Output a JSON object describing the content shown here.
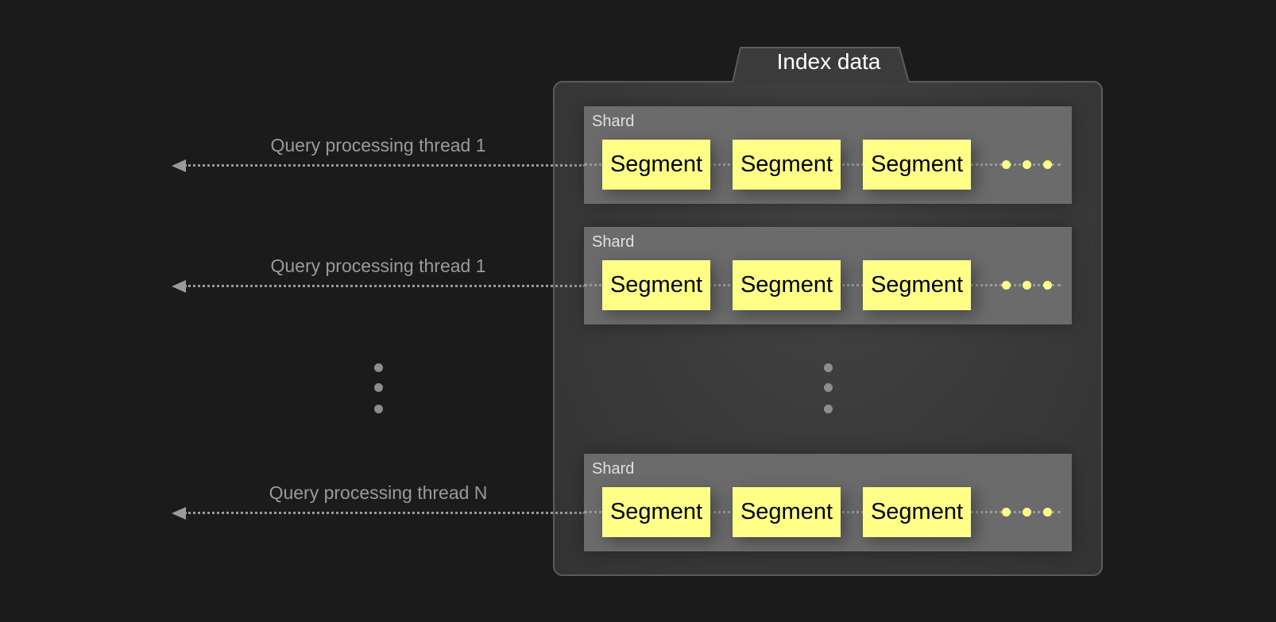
{
  "container": {
    "title": "Index data"
  },
  "rows": [
    {
      "thread_label": "Query processing thread 1",
      "shard_label": "Shard",
      "segments": [
        "Segment",
        "Segment",
        "Segment"
      ]
    },
    {
      "thread_label": "Query processing thread 1",
      "shard_label": "Shard",
      "segments": [
        "Segment",
        "Segment",
        "Segment"
      ]
    },
    {
      "thread_label": "Query processing thread N",
      "shard_label": "Shard",
      "segments": [
        "Segment",
        "Segment",
        "Segment"
      ]
    }
  ],
  "colors": {
    "background": "#1b1b1b",
    "segment": "#ffff88",
    "shard": "#6b6b6b",
    "arrow": "#9a9a9a"
  }
}
